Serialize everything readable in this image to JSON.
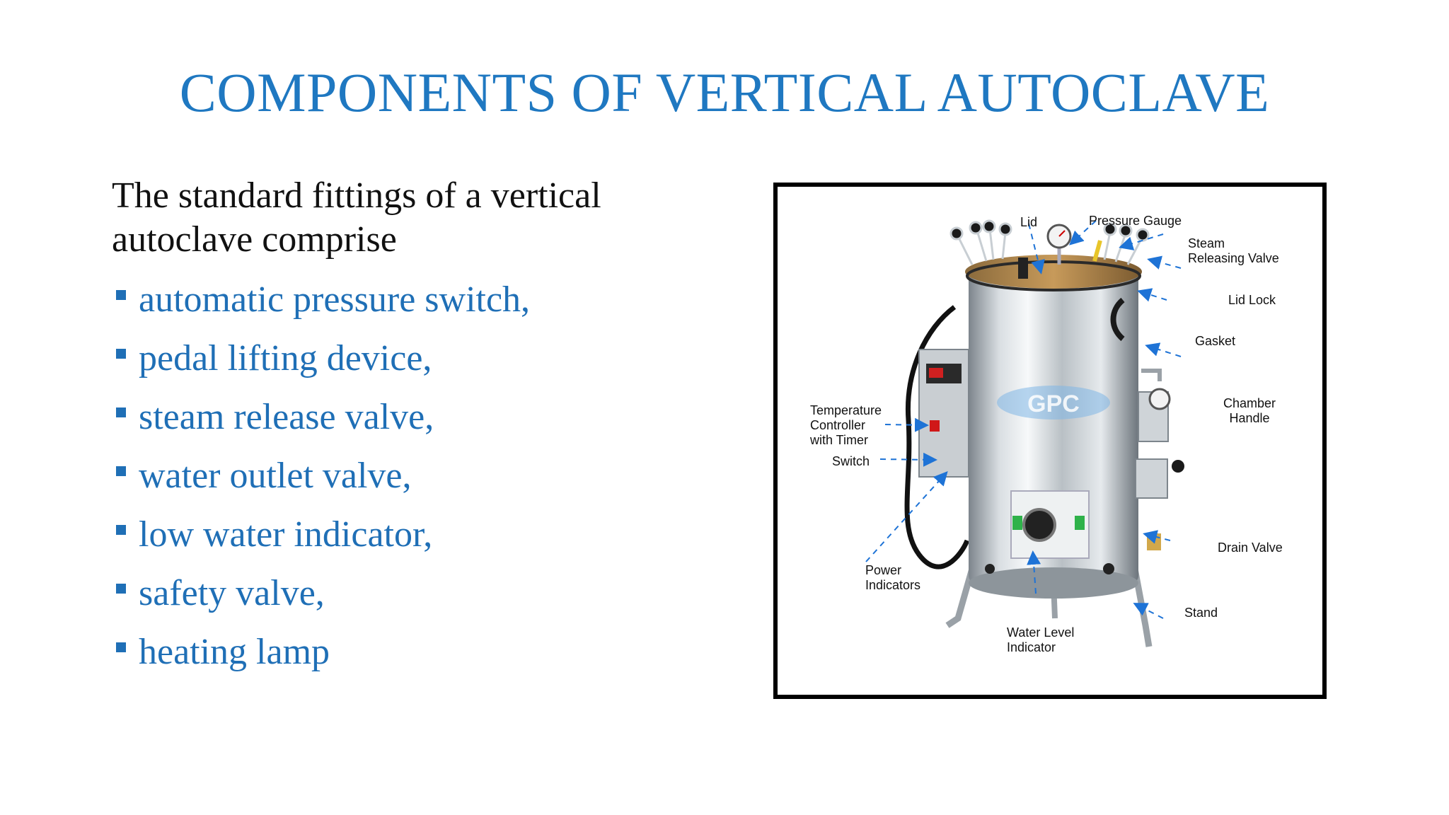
{
  "title": "COMPONENTS OF VERTICAL AUTOCLAVE",
  "intro": "The standard fittings of a vertical autoclave comprise",
  "bullets": [
    "automatic pressure switch,",
    "pedal lifting device,",
    "steam release valve,",
    "water outlet valve,",
    "low water indicator,",
    "safety valve,",
    "heating lamp"
  ],
  "figure": {
    "watermark": "GPC",
    "labels": {
      "lid": "Lid",
      "pressure_gauge": "Pressure Gauge",
      "steam_releasing_valve": "Steam\nReleasing Valve",
      "lid_lock": "Lid Lock",
      "gasket": "Gasket",
      "chamber_handle": "Chamber\nHandle",
      "temperature_controller": "Temperature\nController\nwith Timer",
      "switch": "Switch",
      "drain_valve": "Drain Valve",
      "stand": "Stand",
      "power_indicators": "Power\nIndicators",
      "water_level_indicator": "Water Level\nIndicator"
    }
  },
  "colors": {
    "title": "#1f78c1",
    "bullet": "#1f6fb6",
    "arrow": "#1e73d6"
  }
}
